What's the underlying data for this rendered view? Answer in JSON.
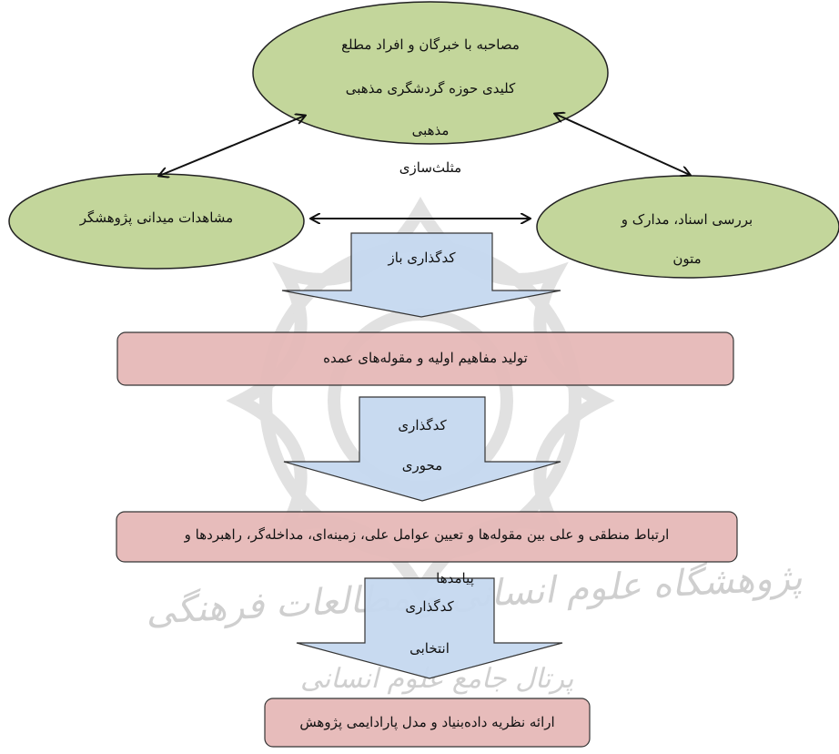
{
  "colors": {
    "ellipse_fill": "#c3d69b",
    "arrow_fill": "#c6d9f0",
    "box_fill": "#e6b9b8",
    "watermark": "#d9d9d9",
    "outline": "#222222"
  },
  "nodes": {
    "interview": {
      "line1": "مصاحبه با خبرگان و افراد مطلع",
      "line2": "کلیدی حوزه گردشگری مذهبی",
      "line3": "مذهبی"
    },
    "observation": {
      "label": "مشاهدات میدانی پژوهشگر"
    },
    "documents": {
      "line1": "بررسی اسناد، مدارک و",
      "line2": "متون"
    },
    "triangulation": {
      "label": "مثلث‌سازی"
    }
  },
  "steps": {
    "open_coding": {
      "label": "کدگذاری باز"
    },
    "concepts": {
      "label": "تولید مفاهیم اولیه و مقوله‌های عمده"
    },
    "axial_coding": {
      "line1": "کدگذاری",
      "line2": "محوری"
    },
    "relations": {
      "line1": "ارتباط منطقی و علی بین مقوله‌ها و تعیین عوامل علی، زمینه‌ای، مداخله‌گر، راهبردها و",
      "line2": "پیامدها"
    },
    "selective_coding": {
      "line1": "کدگذاری",
      "line2": "انتخابی"
    },
    "theory": {
      "label": "ارائه نظریه داده‌بنیاد و مدل پارادایمی پژوهش"
    }
  },
  "watermark": {
    "line1": "پژوهشگاه علوم انسانی و مطالعات فرهنگی",
    "line2": "پرتال جامع علوم انسانی"
  }
}
